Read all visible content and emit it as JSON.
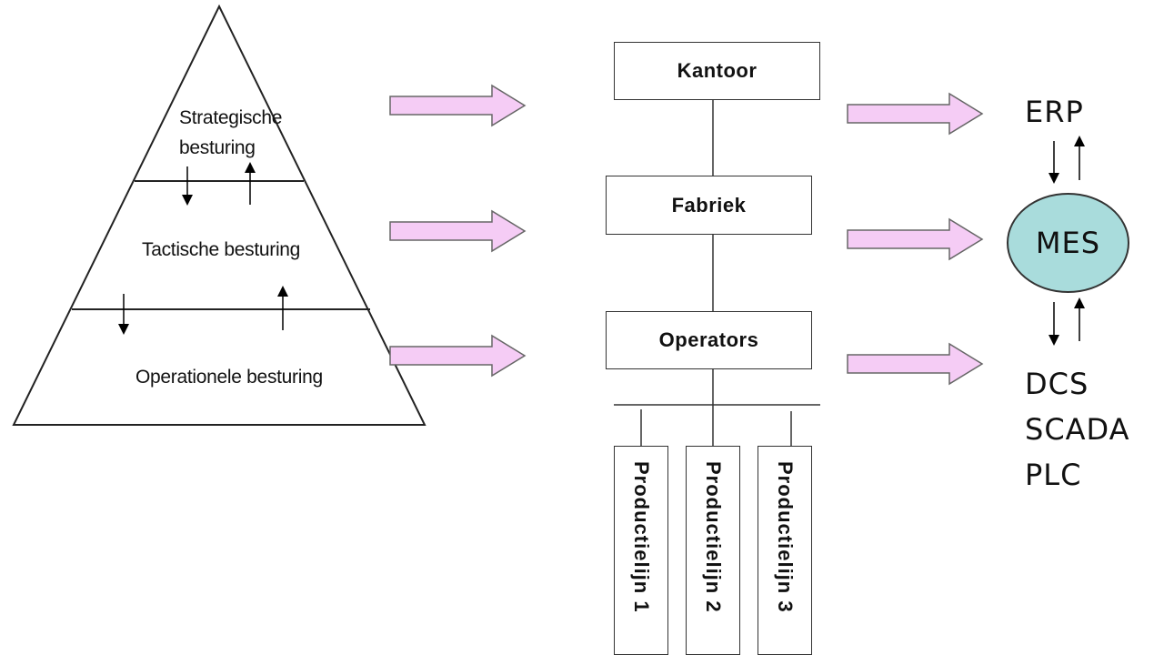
{
  "pyramid": {
    "levels": [
      {
        "label_line1": "Strategische",
        "label_line2": "besturing"
      },
      {
        "label": "Tactische besturing"
      },
      {
        "label": "Operationele besturing"
      }
    ]
  },
  "hierarchy": {
    "kantoor": "Kantoor",
    "fabriek": "Fabriek",
    "operators": "Operators",
    "production_lines": [
      "Productielijn 1",
      "Productielijn 2",
      "Productielijn 3"
    ]
  },
  "systems": {
    "erp": "ERP",
    "mes": "MES",
    "dcs": "DCS",
    "scada": "SCADA",
    "plc": "PLC"
  },
  "colors": {
    "arrow_fill": "#F5CCF5",
    "arrow_stroke": "#666666",
    "mes_fill": "#A9DCDC",
    "line": "#333333"
  }
}
